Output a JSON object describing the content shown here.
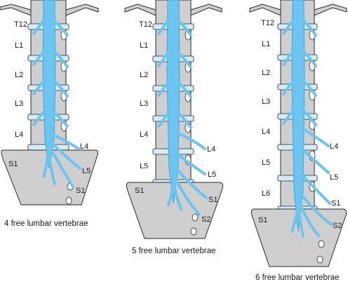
{
  "colors": {
    "vertebra": "#cfcfcf",
    "vertebra_stroke": "#2a2a2a",
    "disc": "#d3ecf8",
    "cord": "#6cc4f0",
    "cord_dark": "#3aa6de",
    "text": "#1a1a1a"
  },
  "panels": [
    {
      "caption": "4 free lumbar vertebrae",
      "labels": {
        "t12": "T12",
        "l1": "L1",
        "l2": "L2",
        "l3": "L3",
        "l4": "L4",
        "s1": "S1",
        "root_l4": "L4",
        "root_l5": "L5",
        "root_s1": "S1"
      }
    },
    {
      "caption": "5 free lumbar vertebrae",
      "labels": {
        "t12": "T12",
        "l1": "L1",
        "l2": "L2",
        "l3": "L3",
        "l4": "L4",
        "l5": "L5",
        "s1": "S1",
        "root_l4": "L4",
        "root_l5": "L5",
        "root_s1": "S1",
        "root_s2": "S2"
      }
    },
    {
      "caption": "6 free lumbar vertebrae",
      "labels": {
        "t12": "T12",
        "l1": "L1",
        "l2": "L2",
        "l3": "L3",
        "l4": "L4",
        "l5": "L5",
        "l6": "L6",
        "s1": "S1",
        "root_l4": "L4",
        "root_l5": "L5",
        "root_s1": "S1",
        "root_s2": "S2"
      }
    }
  ]
}
